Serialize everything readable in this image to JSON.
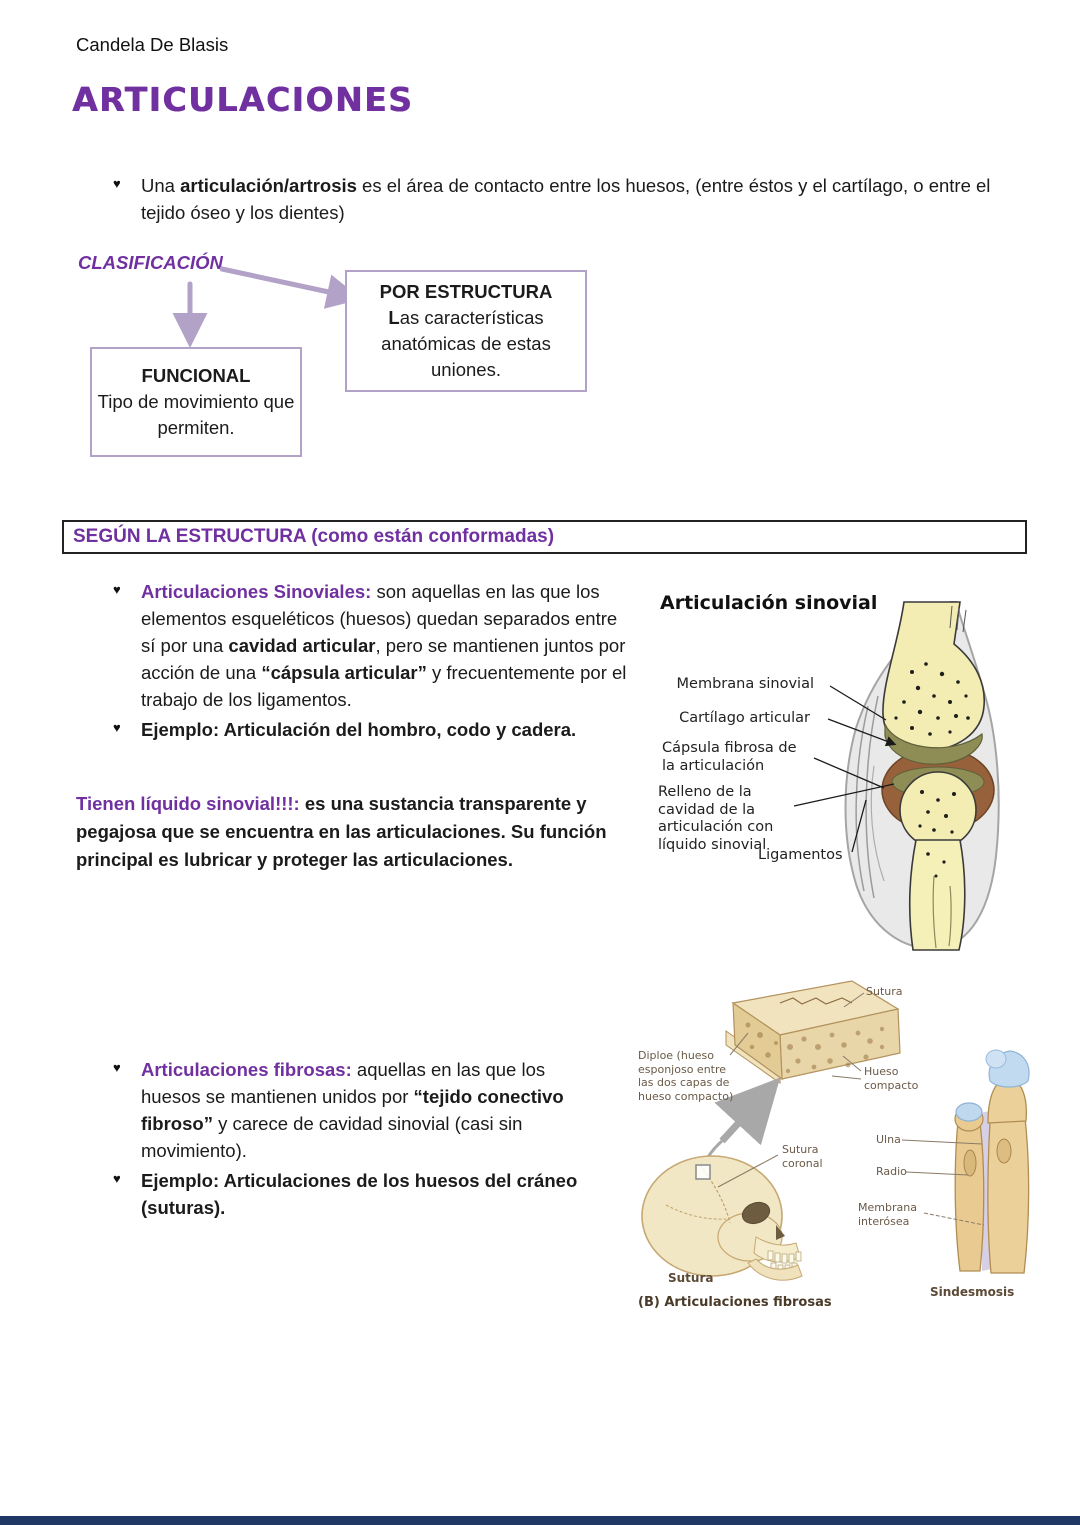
{
  "colors": {
    "accent_purple": "#7030a0",
    "box_border_purple": "#b3a2c7",
    "bottom_bar_navy": "#1f3864"
  },
  "header": {
    "author": "Candela De Blasis",
    "title": "ARTICULACIONES"
  },
  "bullets": {
    "glyph": "♥"
  },
  "intro": {
    "pre": "Una ",
    "bold": "articulación/artrosis",
    "rest": " es el área de contacto entre los huesos, (entre éstos y el cartílago, o entre el tejido óseo y los dientes)"
  },
  "classification": {
    "label": "CLASIFICACIÓN",
    "functional": {
      "title": "FUNCIONAL",
      "body": "Tipo de movimiento que permiten."
    },
    "por_estructura": {
      "title": "POR ESTRUCTURA",
      "lead": "L",
      "body": "as características anatómicas de estas uniones."
    }
  },
  "section_header": "SEGÚN LA ESTRUCTURA (como están conformadas)",
  "synovial": {
    "lead": "Articulaciones Sinoviales:",
    "t1": " son aquellas en las que los elementos esqueléticos (huesos) quedan separados entre sí por una ",
    "b1": "cavidad articular",
    "t2": ", pero se mantienen juntos por acción de una ",
    "b2": "“cápsula articular”",
    "t3": " y frecuentemente por el trabajo de los ligamentos.",
    "example": "Ejemplo: Articulación del hombro, codo y cadera.",
    "liquid_lead": "Tienen líquido sinovial!!!:",
    "liquid_rest": " es una sustancia transparente y pegajosa que se encuentra en las articulaciones. Su función principal es lubricar y proteger las articulaciones."
  },
  "synovial_figure": {
    "title": "Articulación sinovial",
    "membrana": "Membrana sinovial",
    "cartilago": "Cartílago articular",
    "capsula1": "Cápsula fibrosa de",
    "capsula2": "la articulación",
    "relleno1": "Relleno de la",
    "relleno2": "cavidad de la",
    "relleno3": "articulación con",
    "relleno4": "líquido sinovial",
    "ligamentos": "Ligamentos"
  },
  "fibrous": {
    "lead": "Articulaciones fibrosas:",
    "t1": " aquellas en las que los huesos se mantienen unidos por ",
    "b1": "“tejido conectivo fibroso”",
    "t2": " y carece de cavidad sinovial (casi sin movimiento).",
    "example": "Ejemplo: Articulaciones de los huesos del cráneo (suturas)."
  },
  "fibrous_figure": {
    "sutura_top": "Sutura",
    "diploe1": "Diploe (hueso",
    "diploe2": "esponjoso entre",
    "diploe3": "las dos capas de",
    "diploe4": "hueso compacto)",
    "hueso1": "Hueso",
    "hueso2": "compacto",
    "coronal1": "Sutura",
    "coronal2": "coronal",
    "sutura_bottom": "Sutura",
    "caption": "(B) Articulaciones fibrosas",
    "ulna": "Ulna",
    "radio": "Radio",
    "membrana1": "Membrana",
    "membrana2": "interósea",
    "sindesmosis": "Sindesmosis"
  }
}
